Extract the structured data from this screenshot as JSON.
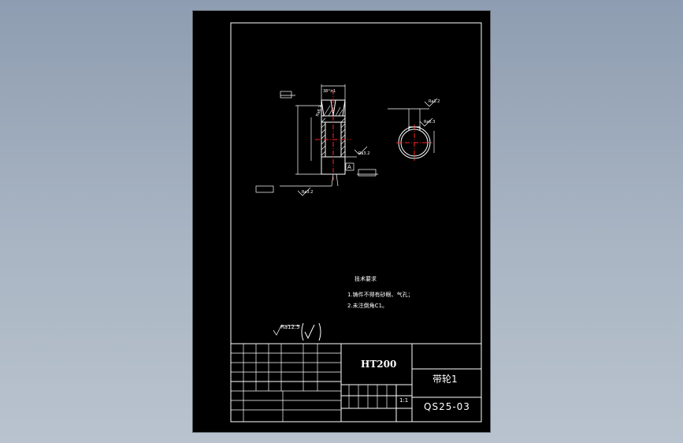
{
  "drawing": {
    "material": "HT200",
    "part_name": "带轮1",
    "drawing_number": "QS25-03",
    "scale": "1:1",
    "surface_finish_general": "Ra12.5",
    "surface_finish_marks": [
      "Ra3.2",
      "Ra3.2",
      "Ra3.2",
      "Ra6.3",
      "Ra6.3"
    ],
    "datum": "A",
    "dimension_top": "38°±1",
    "tech_requirements": {
      "title": "技术要求",
      "items": [
        "1.铸件不得有砂眼、气孔；",
        "2.未注倒角C1。"
      ]
    }
  },
  "colors": {
    "background": "#8e9db1",
    "sheet": "#000000",
    "lines": "#ffffff",
    "centerlines": "#ff2020"
  }
}
